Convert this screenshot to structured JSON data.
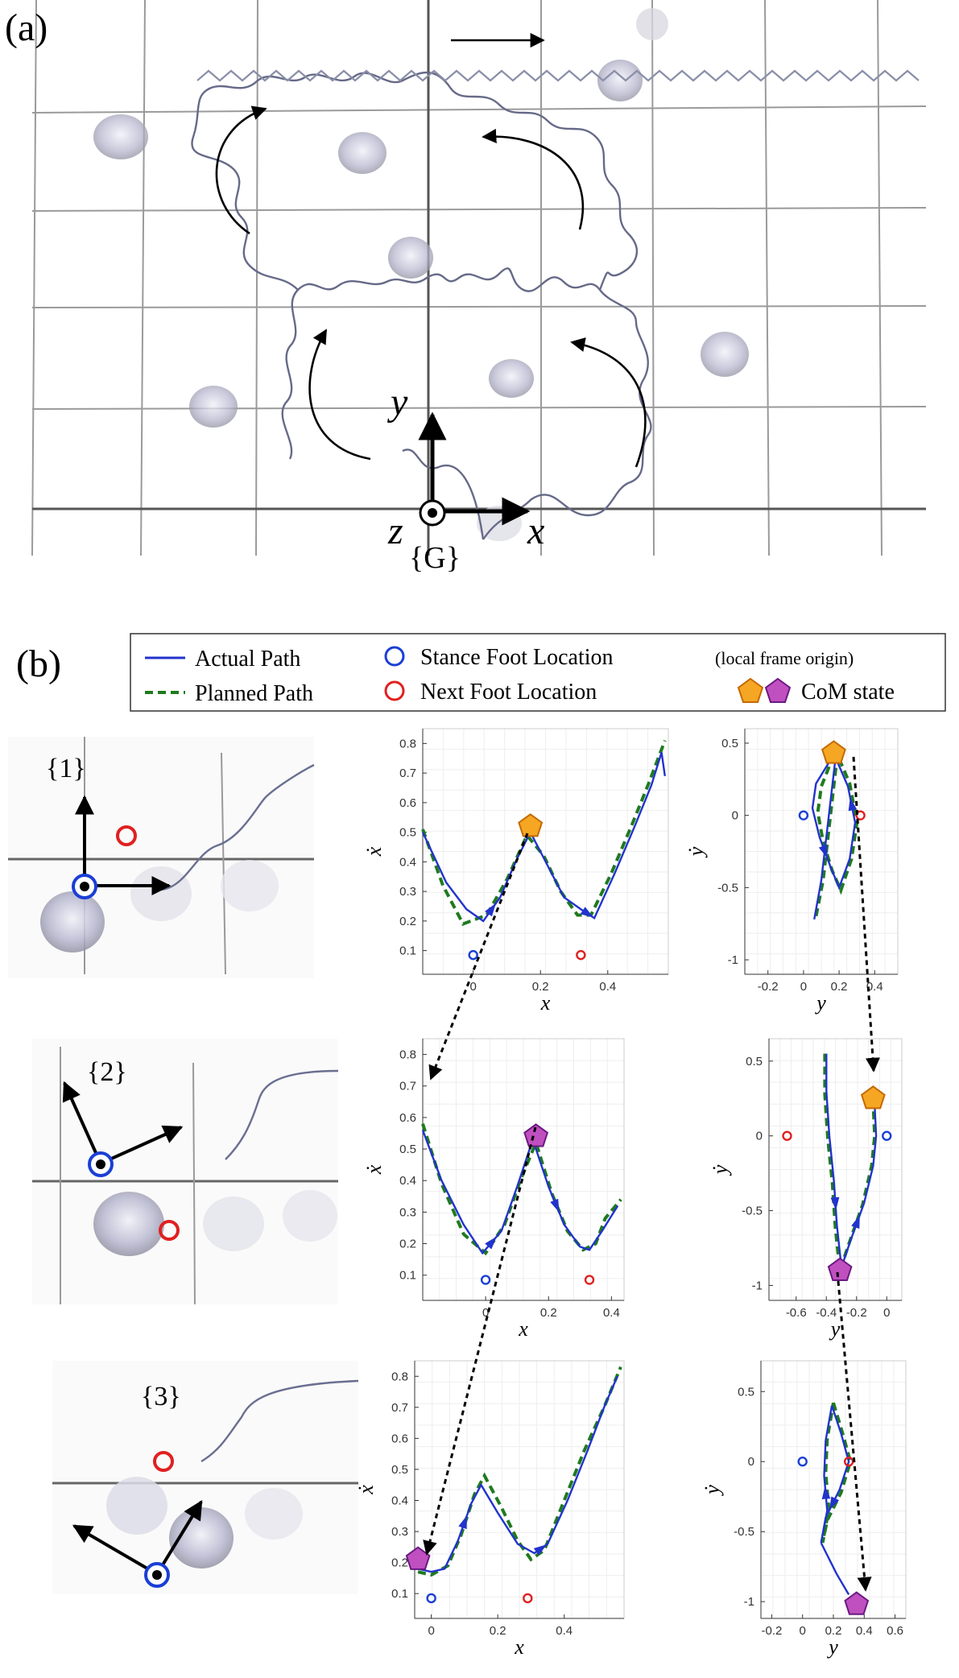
{
  "panel_a": {
    "label": "(a)",
    "axis_y": "y",
    "axis_x": "x",
    "axis_z": "z",
    "frame": "{G}"
  },
  "panel_b": {
    "label": "(b)",
    "legend": {
      "actual": "Actual Path",
      "planned": "Planned Path",
      "stance": "Stance Foot Location",
      "stance_note": "(local frame origin)",
      "next": "Next Foot Location",
      "com": "CoM state"
    },
    "frames": [
      "{1}",
      "{2}",
      "{3}"
    ],
    "xlabel_x": "x",
    "ylabel_xdot": "ẋ",
    "xlabel_y": "y",
    "ylabel_ydot": "ẏ"
  },
  "colors": {
    "actual": "#2233cc",
    "planned": "#1f7a1f",
    "stance": "#1a3fd6",
    "next": "#e02020",
    "com_orange": "#f5a623",
    "com_purple": "#c050c0"
  },
  "chart_data": [
    {
      "type": "line",
      "id": "x1",
      "xticks": [
        "0",
        "0.2",
        "0.4"
      ],
      "yticks": [
        "0.1",
        "0.2",
        "0.3",
        "0.4",
        "0.5",
        "0.6",
        "0.7",
        "0.8"
      ],
      "xlim": [
        -0.15,
        0.58
      ],
      "ylim": [
        0.02,
        0.85
      ],
      "actual": [
        [
          -0.15,
          0.5
        ],
        [
          -0.08,
          0.33
        ],
        [
          -0.02,
          0.24
        ],
        [
          0.03,
          0.2
        ],
        [
          0.08,
          0.28
        ],
        [
          0.13,
          0.41
        ],
        [
          0.17,
          0.5
        ],
        [
          0.22,
          0.39
        ],
        [
          0.27,
          0.28
        ],
        [
          0.32,
          0.24
        ],
        [
          0.36,
          0.21
        ],
        [
          0.42,
          0.36
        ],
        [
          0.48,
          0.52
        ],
        [
          0.53,
          0.66
        ],
        [
          0.56,
          0.77
        ],
        [
          0.57,
          0.69
        ]
      ],
      "planned": [
        [
          -0.15,
          0.51
        ],
        [
          -0.09,
          0.32
        ],
        [
          -0.03,
          0.19
        ],
        [
          0.04,
          0.22
        ],
        [
          0.1,
          0.34
        ],
        [
          0.16,
          0.49
        ],
        [
          0.21,
          0.42
        ],
        [
          0.26,
          0.3
        ],
        [
          0.31,
          0.22
        ],
        [
          0.35,
          0.22
        ],
        [
          0.41,
          0.36
        ],
        [
          0.47,
          0.52
        ],
        [
          0.52,
          0.66
        ],
        [
          0.57,
          0.81
        ]
      ],
      "stance": [
        0.0,
        0.085
      ],
      "next": [
        0.32,
        0.085
      ],
      "com": {
        "shape": "orange",
        "x": 0.17,
        "y": 0.52
      }
    },
    {
      "type": "line",
      "id": "y1",
      "xticks": [
        "-0.2",
        "0",
        "0.2",
        "0.4"
      ],
      "yticks": [
        "-1",
        "-0.5",
        "0",
        "0.5"
      ],
      "xlim": [
        -0.33,
        0.53
      ],
      "ylim": [
        -1.1,
        0.6
      ],
      "actual": [
        [
          0.15,
          0.38
        ],
        [
          0.07,
          0.22
        ],
        [
          0.05,
          0.05
        ],
        [
          0.09,
          -0.15
        ],
        [
          0.15,
          -0.35
        ],
        [
          0.2,
          -0.5
        ],
        [
          0.26,
          -0.3
        ],
        [
          0.29,
          -0.05
        ],
        [
          0.25,
          0.2
        ],
        [
          0.18,
          0.4
        ],
        [
          0.1,
          -0.45
        ],
        [
          0.06,
          -0.72
        ]
      ],
      "planned": [
        [
          0.17,
          0.42
        ],
        [
          0.1,
          0.2
        ],
        [
          0.08,
          0.02
        ],
        [
          0.11,
          -0.18
        ],
        [
          0.16,
          -0.38
        ],
        [
          0.21,
          -0.52
        ],
        [
          0.27,
          -0.3
        ],
        [
          0.3,
          -0.05
        ],
        [
          0.26,
          0.22
        ],
        [
          0.19,
          0.42
        ],
        [
          0.11,
          -0.45
        ],
        [
          0.07,
          -0.7
        ]
      ],
      "stance": [
        0.0,
        0.0
      ],
      "next": [
        0.32,
        0.0
      ],
      "com": {
        "shape": "orange",
        "x": 0.17,
        "y": 0.43
      }
    },
    {
      "type": "line",
      "id": "x2",
      "xticks": [
        "0",
        "0.2",
        "0.4"
      ],
      "yticks": [
        "0.1",
        "0.2",
        "0.3",
        "0.4",
        "0.5",
        "0.6",
        "0.7",
        "0.8"
      ],
      "xlim": [
        -0.2,
        0.44
      ],
      "ylim": [
        0.02,
        0.85
      ],
      "actual": [
        [
          -0.2,
          0.56
        ],
        [
          -0.14,
          0.4
        ],
        [
          -0.07,
          0.26
        ],
        [
          -0.01,
          0.17
        ],
        [
          0.05,
          0.24
        ],
        [
          0.1,
          0.38
        ],
        [
          0.15,
          0.53
        ],
        [
          0.2,
          0.38
        ],
        [
          0.25,
          0.26
        ],
        [
          0.3,
          0.19
        ],
        [
          0.33,
          0.18
        ],
        [
          0.37,
          0.24
        ],
        [
          0.42,
          0.32
        ]
      ],
      "planned": [
        [
          -0.2,
          0.58
        ],
        [
          -0.14,
          0.39
        ],
        [
          -0.07,
          0.23
        ],
        [
          0.0,
          0.17
        ],
        [
          0.06,
          0.26
        ],
        [
          0.11,
          0.4
        ],
        [
          0.16,
          0.52
        ],
        [
          0.21,
          0.36
        ],
        [
          0.26,
          0.24
        ],
        [
          0.31,
          0.18
        ],
        [
          0.35,
          0.2
        ],
        [
          0.38,
          0.28
        ],
        [
          0.43,
          0.34
        ]
      ],
      "stance": [
        0.0,
        0.085
      ],
      "next": [
        0.33,
        0.085
      ],
      "com": {
        "shape": "purple",
        "x": 0.16,
        "y": 0.54
      }
    },
    {
      "type": "line",
      "id": "y2",
      "xticks": [
        "-0.6",
        "-0.4",
        "-0.2",
        "0"
      ],
      "yticks": [
        "-1",
        "-0.5",
        "0",
        "0.5"
      ],
      "xlim": [
        -0.78,
        0.1
      ],
      "ylim": [
        -1.1,
        0.65
      ],
      "actual": [
        [
          -0.4,
          0.55
        ],
        [
          -0.4,
          0.3
        ],
        [
          -0.38,
          0.0
        ],
        [
          -0.35,
          -0.3
        ],
        [
          -0.33,
          -0.6
        ],
        [
          -0.3,
          -0.88
        ],
        [
          -0.24,
          -0.7
        ],
        [
          -0.15,
          -0.45
        ],
        [
          -0.09,
          -0.2
        ],
        [
          -0.07,
          0.0
        ],
        [
          -0.08,
          0.2
        ]
      ],
      "planned": [
        [
          -0.41,
          0.55
        ],
        [
          -0.41,
          0.28
        ],
        [
          -0.39,
          -0.02
        ],
        [
          -0.36,
          -0.32
        ],
        [
          -0.34,
          -0.62
        ],
        [
          -0.31,
          -0.9
        ],
        [
          -0.25,
          -0.72
        ],
        [
          -0.16,
          -0.46
        ],
        [
          -0.1,
          -0.2
        ],
        [
          -0.08,
          0.0
        ],
        [
          -0.09,
          0.22
        ]
      ],
      "stance": [
        0.0,
        0.0
      ],
      "next": [
        -0.66,
        0.0
      ],
      "com": {
        "shape": "orange",
        "x": -0.09,
        "y": 0.25
      },
      "com2": {
        "shape": "purple",
        "x": -0.31,
        "y": -0.9
      }
    },
    {
      "type": "line",
      "id": "x3",
      "xticks": [
        "0",
        "0.2",
        "0.4"
      ],
      "yticks": [
        "0.1",
        "0.2",
        "0.3",
        "0.4",
        "0.5",
        "0.6",
        "0.7",
        "0.8"
      ],
      "xlim": [
        -0.05,
        0.58
      ],
      "ylim": [
        0.02,
        0.85
      ],
      "actual": [
        [
          -0.04,
          0.18
        ],
        [
          0.0,
          0.17
        ],
        [
          0.04,
          0.18
        ],
        [
          0.08,
          0.27
        ],
        [
          0.12,
          0.39
        ],
        [
          0.15,
          0.45
        ],
        [
          0.2,
          0.36
        ],
        [
          0.26,
          0.26
        ],
        [
          0.31,
          0.23
        ],
        [
          0.35,
          0.26
        ],
        [
          0.41,
          0.4
        ],
        [
          0.47,
          0.56
        ],
        [
          0.52,
          0.7
        ],
        [
          0.56,
          0.8
        ]
      ],
      "planned": [
        [
          -0.04,
          0.17
        ],
        [
          0.0,
          0.16
        ],
        [
          0.05,
          0.19
        ],
        [
          0.09,
          0.29
        ],
        [
          0.13,
          0.42
        ],
        [
          0.16,
          0.48
        ],
        [
          0.21,
          0.38
        ],
        [
          0.26,
          0.27
        ],
        [
          0.3,
          0.21
        ],
        [
          0.34,
          0.24
        ],
        [
          0.4,
          0.4
        ],
        [
          0.46,
          0.56
        ],
        [
          0.52,
          0.7
        ],
        [
          0.57,
          0.83
        ]
      ],
      "stance": [
        0.0,
        0.085
      ],
      "next": [
        0.29,
        0.085
      ],
      "com": {
        "shape": "purple",
        "x": -0.04,
        "y": 0.21
      }
    },
    {
      "type": "line",
      "id": "y3",
      "xticks": [
        "-0.2",
        "0",
        "0.2",
        "0.4",
        "0.6"
      ],
      "yticks": [
        "-1",
        "-0.5",
        "0",
        "0.5"
      ],
      "xlim": [
        -0.27,
        0.67
      ],
      "ylim": [
        -1.12,
        0.72
      ],
      "actual": [
        [
          0.19,
          0.4
        ],
        [
          0.25,
          0.2
        ],
        [
          0.3,
          0.0
        ],
        [
          0.24,
          -0.2
        ],
        [
          0.15,
          -0.4
        ],
        [
          0.12,
          -0.58
        ],
        [
          0.16,
          -0.35
        ],
        [
          0.14,
          -0.1
        ],
        [
          0.15,
          0.15
        ],
        [
          0.19,
          0.4
        ]
      ],
      "planned": [
        [
          0.2,
          0.42
        ],
        [
          0.26,
          0.2
        ],
        [
          0.31,
          0.0
        ],
        [
          0.25,
          -0.22
        ],
        [
          0.16,
          -0.42
        ],
        [
          0.13,
          -0.58
        ],
        [
          0.17,
          -0.34
        ],
        [
          0.15,
          -0.08
        ],
        [
          0.16,
          0.16
        ],
        [
          0.2,
          0.42
        ]
      ],
      "extra_actual": [
        [
          0.12,
          -0.58
        ],
        [
          0.22,
          -0.8
        ],
        [
          0.3,
          -0.95
        ]
      ],
      "stance": [
        0.0,
        0.0
      ],
      "next": [
        0.3,
        0.0
      ],
      "com": {
        "shape": "purple",
        "x": 0.35,
        "y": -1.02
      }
    }
  ]
}
